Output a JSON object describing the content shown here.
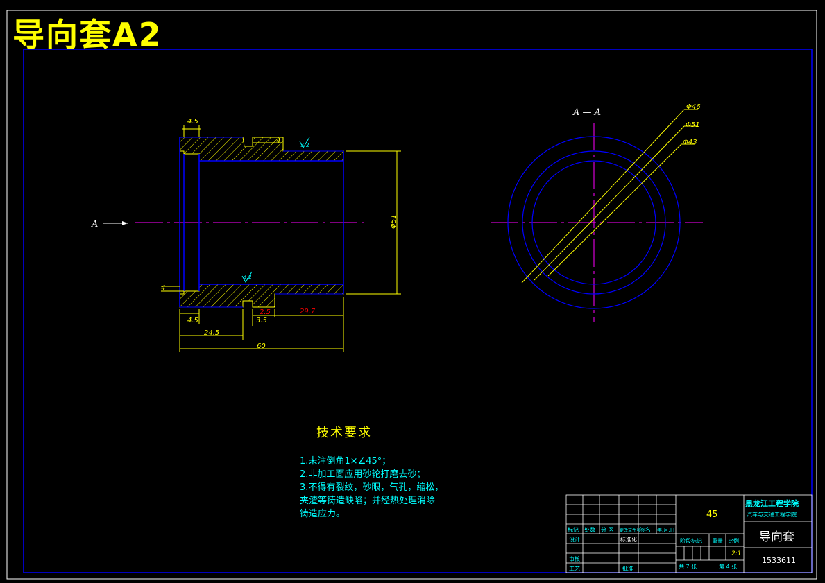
{
  "sheet": {
    "title": "导向套A2"
  },
  "section_view": {
    "label": "A — A",
    "view_arrow_label": "A",
    "diameters": [
      "Φ46",
      "Φ51",
      "Φ43"
    ]
  },
  "main_view": {
    "dimensions": {
      "top_flange": "4.5",
      "top_groove": "4",
      "roughness_top": "3.2",
      "roughness_bottom": "3.2",
      "left_step": "4",
      "bottom_flange": "4.5",
      "groove_width": "3.5",
      "groove_depth": "2.5",
      "right_length": "29.7",
      "left_length": "24.5",
      "total_length": "60",
      "diameter": "Φ51"
    }
  },
  "technical_requirements": {
    "heading": "技术要求",
    "lines": [
      "1.未注倒角1×∠45°；",
      "2.非加工面应用砂轮打磨去砂；",
      "3.不得有裂纹，砂眼，气孔，缩松，",
      "夹渣等铸造缺陷；并经热处理消除",
      "铸造应力。"
    ]
  },
  "title_block": {
    "material": "45",
    "school": "黑龙江工程学院",
    "department": "汽车与交通工程学院",
    "part_name": "导向套",
    "drawing_no": "1533611",
    "scale": "2:1",
    "header_row": [
      "标记",
      "处数",
      "分 区",
      "更改文件号",
      "签名",
      "年.月.日"
    ],
    "designer_label": "设计",
    "standard_label": "标准化",
    "review_label": "审核",
    "craft_label": "工艺",
    "approve_label": "批准",
    "stage_label": "阶段标记",
    "weight_label": "重量",
    "scale_label": "比例",
    "sheets_total": "共 7 张",
    "sheet_current": "第 4 张"
  }
}
